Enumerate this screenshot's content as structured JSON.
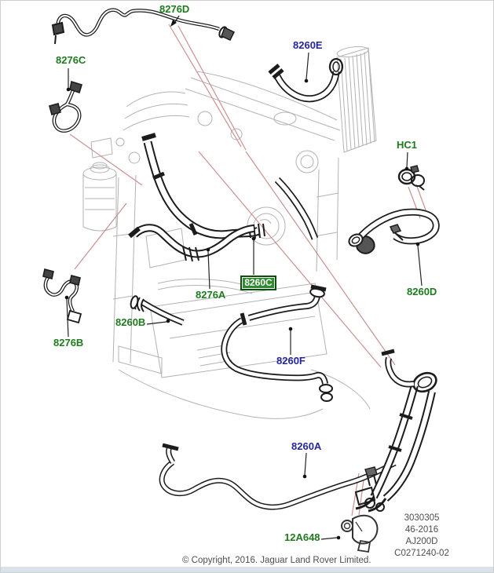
{
  "page": {
    "copyright": "© Copyright, 2016. Jaguar Land Rover Limited."
  },
  "info_block": {
    "lines": [
      "3030305",
      "46-2016",
      "AJ200D",
      "C0271240-02"
    ]
  },
  "labels": [
    {
      "id": "8276D",
      "text": "8276D",
      "style": "green"
    },
    {
      "id": "8260E",
      "text": "8260E",
      "style": "navy"
    },
    {
      "id": "8276C",
      "text": "8276C",
      "style": "green"
    },
    {
      "id": "HC1",
      "text": "HC1",
      "style": "green"
    },
    {
      "id": "8260C",
      "text": "8260C",
      "style": "highlight-selected"
    },
    {
      "id": "8276A",
      "text": "8276A",
      "style": "green"
    },
    {
      "id": "8260B",
      "text": "8260B",
      "style": "green"
    },
    {
      "id": "8276B",
      "text": "8276B",
      "style": "green"
    },
    {
      "id": "8260D",
      "text": "8260D",
      "style": "green"
    },
    {
      "id": "8260F",
      "text": "8260F",
      "style": "navy"
    },
    {
      "id": "8260A",
      "text": "8260A",
      "style": "navy"
    },
    {
      "id": "12A648",
      "text": "12A648",
      "style": "green"
    }
  ],
  "colors": {
    "label_green": "#1e7b1e",
    "label_navy": "#26269c",
    "selected_label_bg": "#2e8b2e",
    "selected_label_border": "#0f4d0f",
    "leader_line_pink": "#cb9090",
    "sketch_gray": "#b3b3b3",
    "part_line_black": "#1c1c1c",
    "muted_text_gray": "#4d4d4d",
    "bottom_strip": "#d9e1ea"
  }
}
